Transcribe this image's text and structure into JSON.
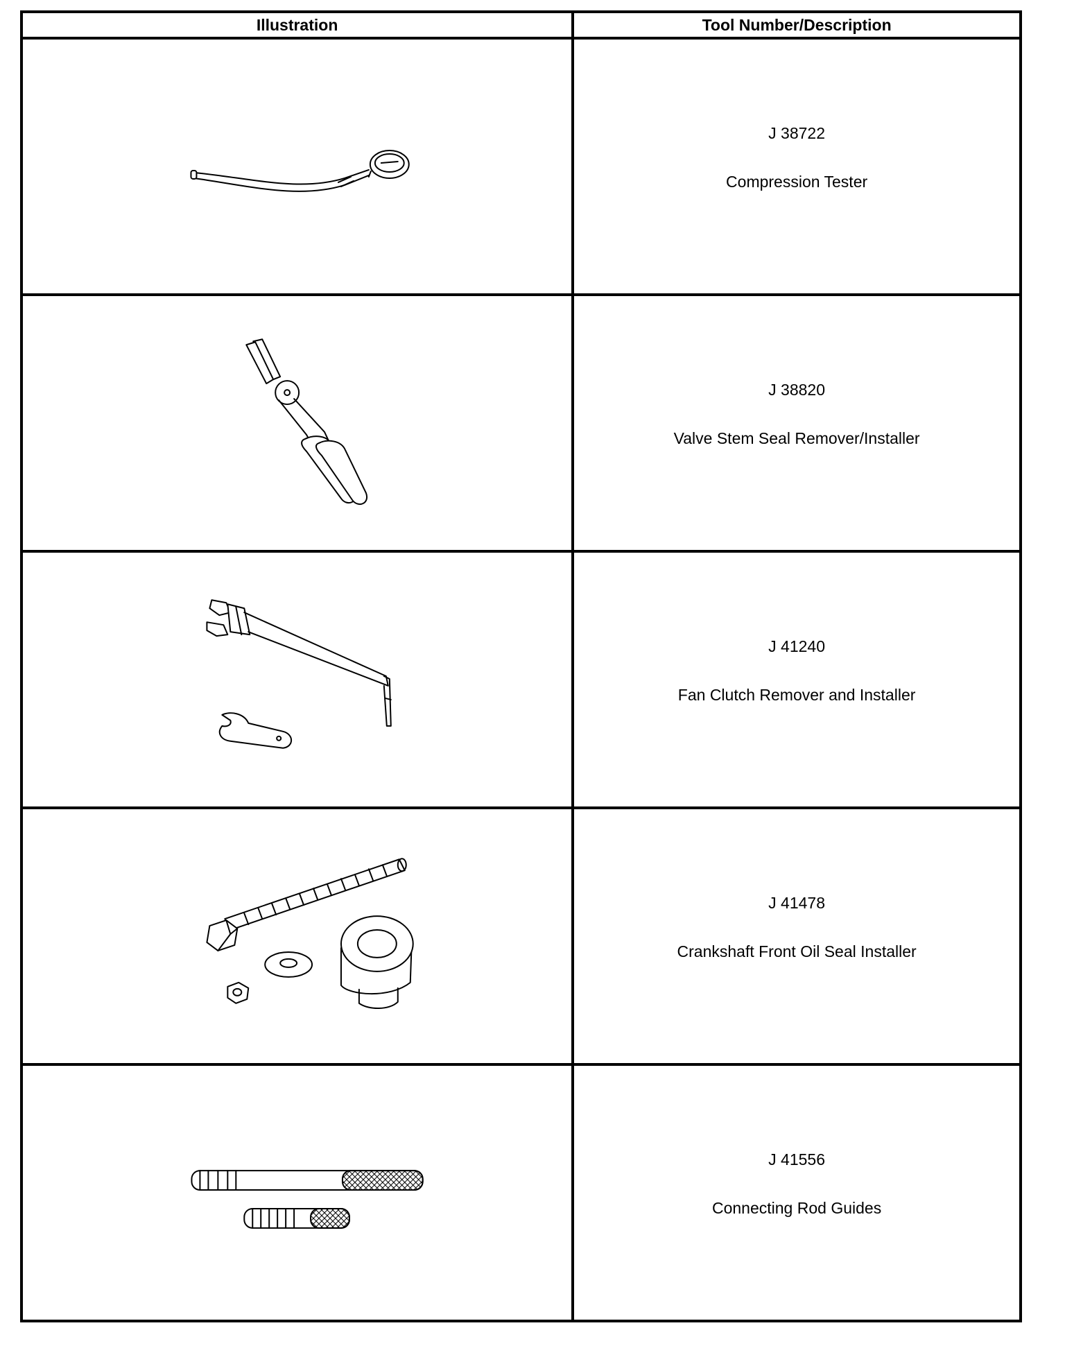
{
  "table": {
    "header_illustration": "Illustration",
    "header_tool": "Tool Number/Description",
    "rows": [
      {
        "number": "J 38722",
        "description": "Compression Tester",
        "icon": "compression-tester-icon"
      },
      {
        "number": "J 38820",
        "description": "Valve Stem Seal Remover/Installer",
        "icon": "valve-stem-seal-pliers-icon"
      },
      {
        "number": "J 41240",
        "description": "Fan Clutch Remover and Installer",
        "icon": "fan-clutch-wrench-icon"
      },
      {
        "number": "J 41478",
        "description": "Crankshaft Front Oil Seal Installer",
        "icon": "crankshaft-seal-installer-icon"
      },
      {
        "number": "J 41556",
        "description": "Connecting Rod Guides",
        "icon": "connecting-rod-guides-icon"
      }
    ]
  }
}
